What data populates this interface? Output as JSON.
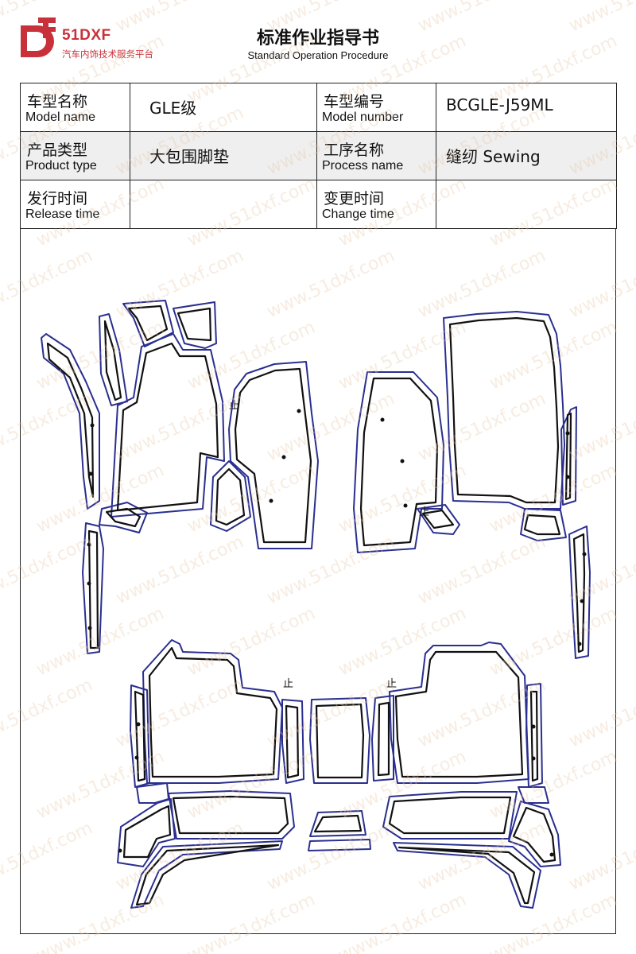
{
  "header": {
    "brand": "51DXF",
    "tagline": "汽车内饰技术服务平台",
    "title": "标准作业指导书",
    "subtitle": "Standard Operation Procedure"
  },
  "info": {
    "model_name": {
      "cn": "车型名称",
      "en": "Model name",
      "value": "GLE级"
    },
    "model_number": {
      "cn": "车型编号",
      "en": "Model number",
      "value": "BCGLE-J59ML"
    },
    "product_type": {
      "cn": "产品类型",
      "en": "Product type",
      "value": "大包围脚垫"
    },
    "process_name": {
      "cn": "工序名称",
      "en": "Process name",
      "value": "缝纫 Sewing"
    },
    "release_time": {
      "cn": "发行时间",
      "en": "Release time",
      "value": ""
    },
    "change_time": {
      "cn": "变更时间",
      "en": "Change time",
      "value": ""
    }
  },
  "drawing": {
    "marker_glyph": "止",
    "watermark_text": "www.51dxf.com",
    "colors": {
      "outline_outer": "#2a2f8f",
      "outline_inner": "#111111",
      "logo": "#c8313a"
    }
  }
}
